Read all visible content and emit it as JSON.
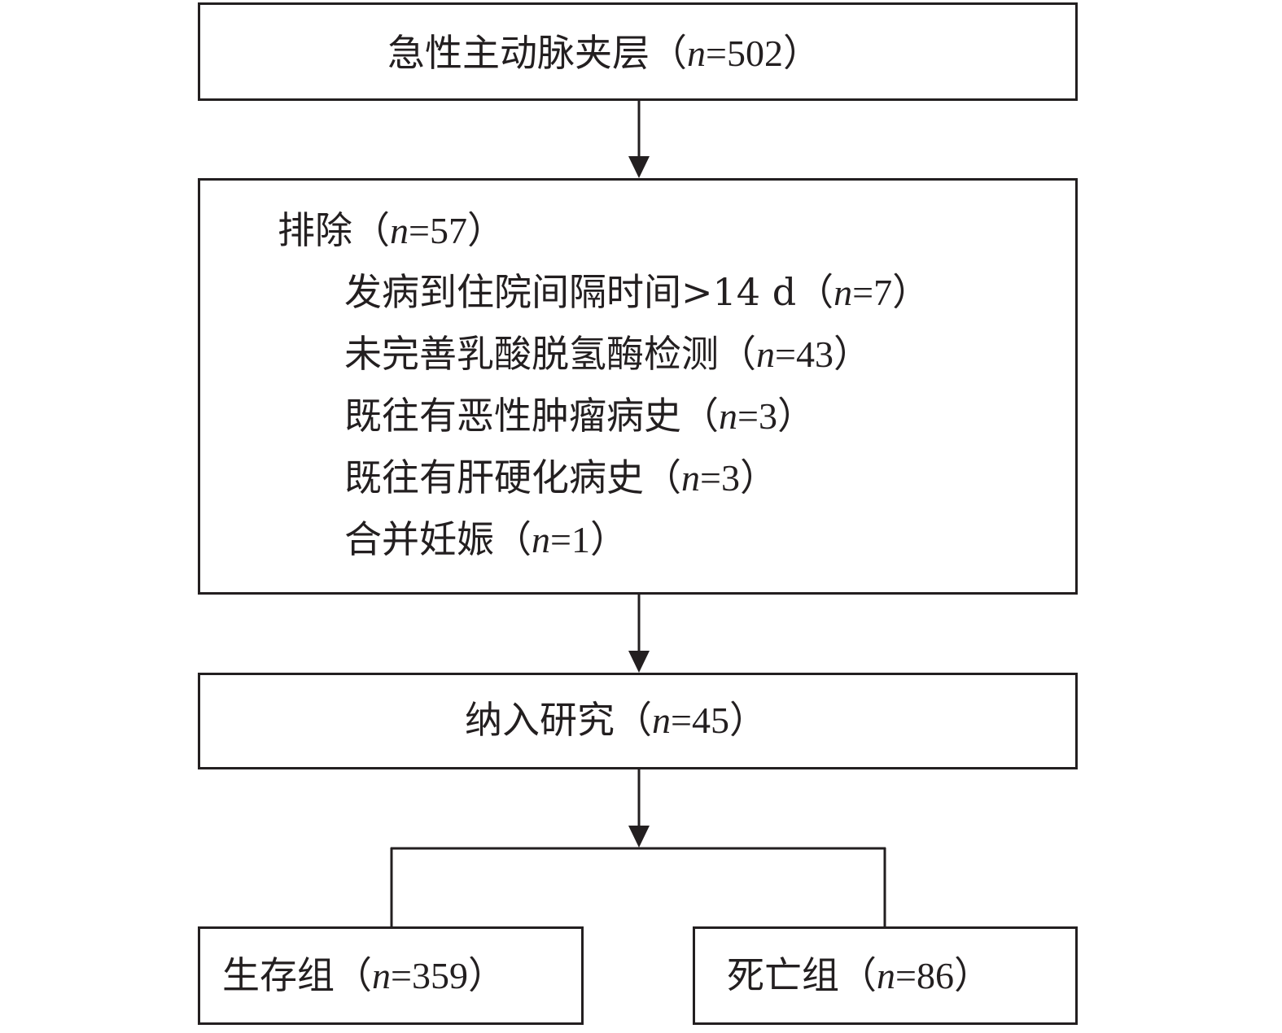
{
  "flowchart": {
    "top": {
      "label": "急性主动脉夹层（",
      "n_symbol": "n",
      "n_value": "=502",
      "close": "）"
    },
    "exclusion": {
      "header": {
        "label": "排除（",
        "n_symbol": "n",
        "n_value": "=57",
        "close": "）"
      },
      "items": [
        {
          "label": "发病到住院间隔时间>14 d（",
          "n_symbol": "n",
          "n_value": "=7",
          "close": "）"
        },
        {
          "label": "未完善乳酸脱氢酶检测（",
          "n_symbol": "n",
          "n_value": "=43",
          "close": "）"
        },
        {
          "label": "既往有恶性肿瘤病史（",
          "n_symbol": "n",
          "n_value": "=3",
          "close": "）"
        },
        {
          "label": "既往有肝硬化病史（",
          "n_symbol": "n",
          "n_value": "=3",
          "close": "）"
        },
        {
          "label": "合并妊娠（",
          "n_symbol": "n",
          "n_value": "=1",
          "close": "）"
        }
      ]
    },
    "included": {
      "label": "纳入研究（",
      "n_symbol": "n",
      "n_value": "=45",
      "close": "）"
    },
    "survival": {
      "label": "生存组（",
      "n_symbol": "n",
      "n_value": "=359",
      "close": "）"
    },
    "death": {
      "label": "死亡组（",
      "n_symbol": "n",
      "n_value": "=86",
      "close": "）"
    }
  }
}
